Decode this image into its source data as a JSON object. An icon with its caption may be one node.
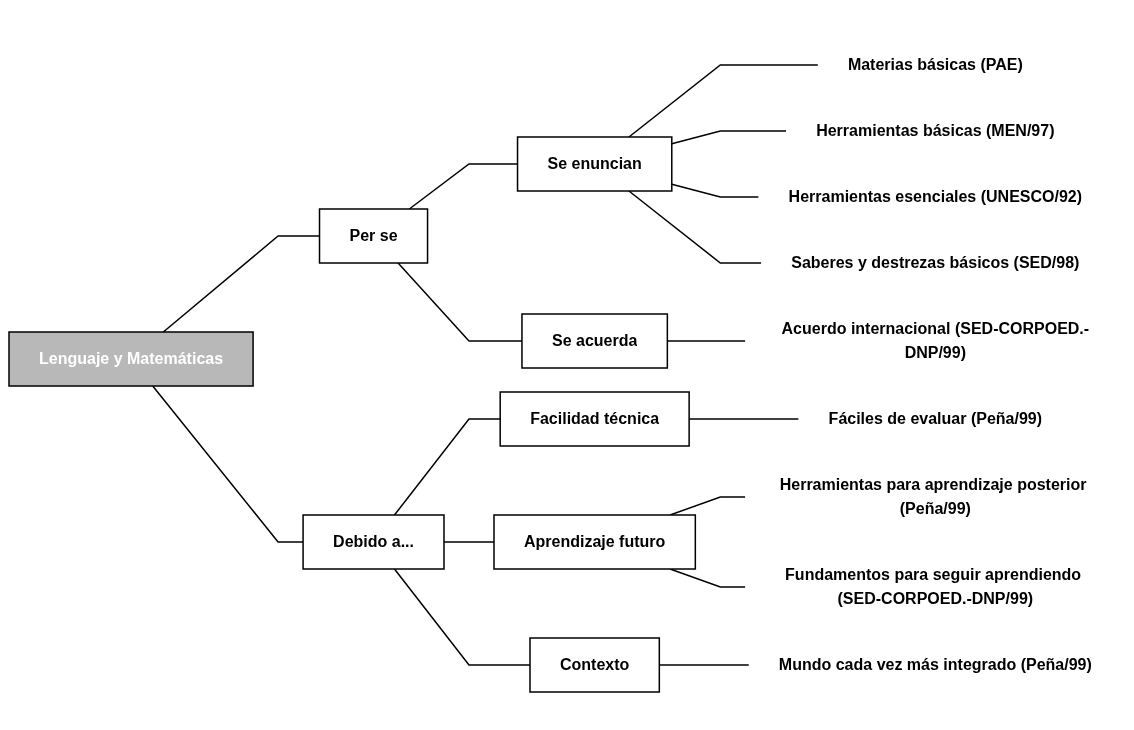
{
  "diagram": {
    "nodes": [
      {
        "text": [
          "Lenguaje y Matemáticas"
        ]
      },
      {
        "text": [
          "Per se"
        ]
      },
      {
        "text": [
          "Se enuncian"
        ]
      },
      {
        "text": [
          "Materias básicas (PAE)"
        ]
      },
      {
        "text": [
          "Herramientas básicas (MEN/97)"
        ]
      },
      {
        "text": [
          "Herramientas esenciales (UNESCO/92)"
        ]
      },
      {
        "text": [
          "Saberes y destrezas básicos (SED/98)"
        ]
      },
      {
        "text": [
          "Se acuerda"
        ]
      },
      {
        "text": [
          "Acuerdo internacional (SED-CORPOED.-DNP/99)"
        ]
      },
      {
        "text": [
          "Debido a..."
        ]
      },
      {
        "text": [
          "Facilidad técnica"
        ]
      },
      {
        "text": [
          "Fáciles de evaluar (Peña/99)"
        ]
      },
      {
        "text": [
          "Aprendizaje futuro"
        ]
      },
      {
        "text": [
          "Herramientas para aprendizaje posterior (Peña/99)"
        ]
      },
      {
        "text": [
          "Fundamentos para seguir aprendiendo (SED-CORPOED.-DNP/99)"
        ]
      },
      {
        "text": [
          "Contexto"
        ]
      },
      {
        "text": [
          "Mundo cada vez más integrado (Peña/99)"
        ]
      }
    ],
    "edges": [
      {
        "from": 0,
        "to": 1,
        "arrow": "none"
      },
      {
        "from": 1,
        "to": 2,
        "arrow": "none"
      },
      {
        "from": 2,
        "to": 3,
        "arrow": "none"
      },
      {
        "from": 2,
        "to": 4,
        "arrow": "none"
      },
      {
        "from": 2,
        "to": 5,
        "arrow": "none"
      },
      {
        "from": 2,
        "to": 6,
        "arrow": "none"
      },
      {
        "from": 1,
        "to": 7,
        "arrow": "none"
      },
      {
        "from": 7,
        "to": 8,
        "arrow": "none"
      },
      {
        "from": 0,
        "to": 9,
        "arrow": "none"
      },
      {
        "from": 9,
        "to": 10,
        "arrow": "none"
      },
      {
        "from": 10,
        "to": 11,
        "arrow": "none"
      },
      {
        "from": 9,
        "to": 12,
        "arrow": "none"
      },
      {
        "from": 12,
        "to": 13,
        "arrow": "none"
      },
      {
        "from": 12,
        "to": 14,
        "arrow": "none"
      },
      {
        "from": 9,
        "to": 15,
        "arrow": "none"
      },
      {
        "from": 15,
        "to": 16,
        "arrow": "none"
      }
    ]
  }
}
